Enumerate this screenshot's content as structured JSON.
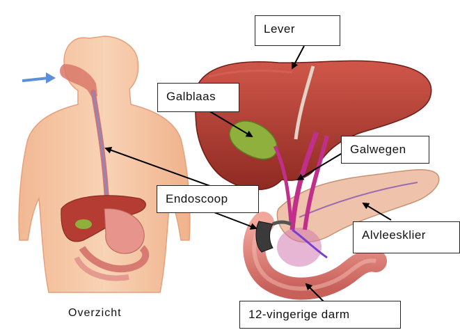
{
  "labels": {
    "lever": "Lever",
    "galblaas": "Galblaas",
    "galwegen": "Galwegen",
    "endoscoop": "Endoscoop",
    "alvleesklier": "Alvleesklier",
    "darm": "12-vingerige darm"
  },
  "caption": "Overzicht",
  "colors": {
    "skin": "#f6c8a4",
    "liver": "#b83a30",
    "gallbladder": "#8fb03c",
    "ducts": "#c0308a",
    "pancreas": "#eec0a8",
    "intestine": "#e48a80",
    "endoscope": "#3a3a3a",
    "airflow_arrow": "#5b8fd9"
  },
  "icons": {
    "airflow": "blue-arrow-icon"
  }
}
